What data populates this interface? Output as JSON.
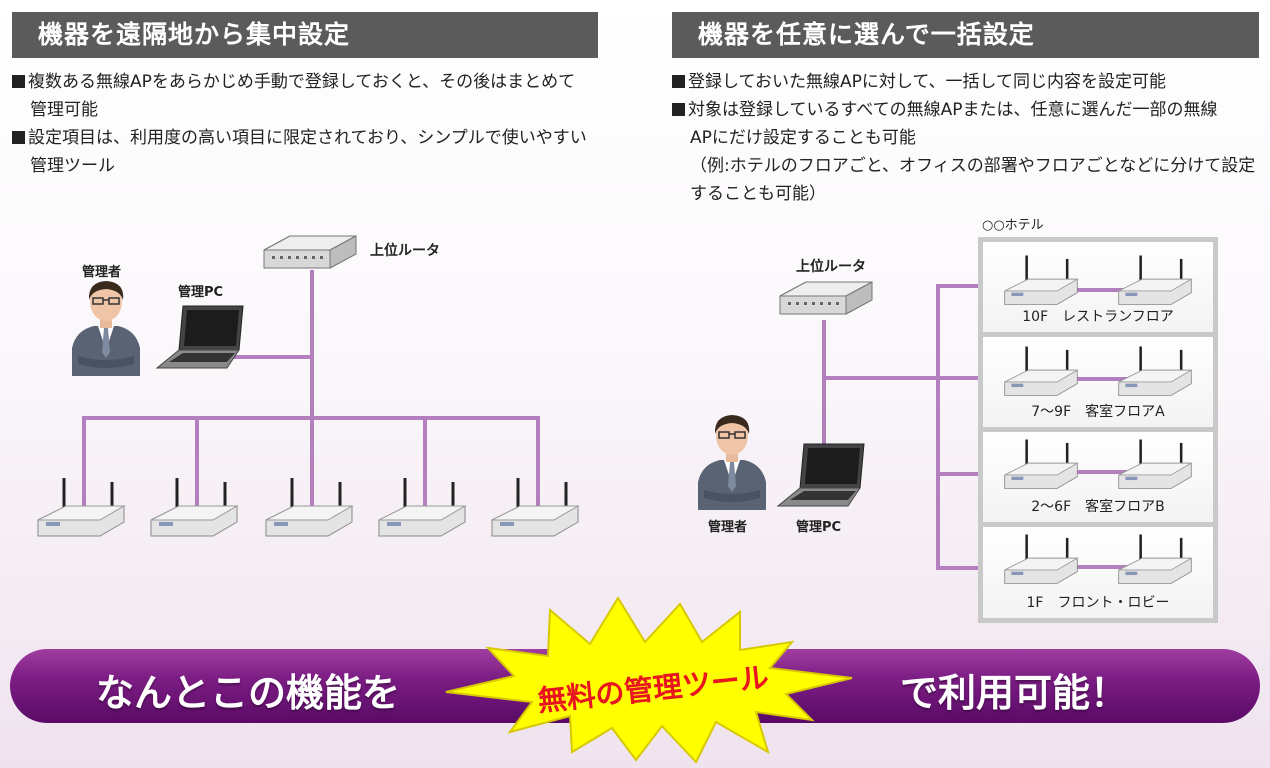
{
  "left": {
    "header": "機器を遠隔地から集中設定",
    "bullets": [
      [
        "複数ある無線APをあらかじめ手動で登録しておくと、その後はまとめて",
        "管理可能"
      ],
      [
        "設定項目は、利用度の高い項目に限定されており、シンプルで使いやすい",
        "管理ツール"
      ]
    ],
    "diagram": {
      "admin_label": "管理者",
      "pc_label": "管理PC",
      "router_label": "上位ルータ"
    }
  },
  "right": {
    "header": "機器を任意に選んで一括設定",
    "bullets": [
      [
        "登録しておいた無線APに対して、一括して同じ内容を設定可能"
      ],
      [
        "対象は登録しているすべての無線APまたは、任意に選んだ一部の無線",
        "APにだけ設定することも可能",
        "（例:ホテルのフロアごと、オフィスの部署やフロアごとなどに分けて設定",
        "することも可能）"
      ]
    ],
    "diagram": {
      "hotel_label": "○○ホテル",
      "router_label": "上位ルータ",
      "admin_label": "管理者",
      "pc_label": "管理PC",
      "floors": [
        "10F　レストランフロア",
        "7～9F　客室フロアA",
        "2～6F　客室フロアB",
        "1F　フロント・ロビー"
      ]
    }
  },
  "banner": {
    "left_text": "なんとこの機能を",
    "burst_text": "無料の管理ツール",
    "right_text": "で利用可能！"
  },
  "colors": {
    "header_bg": "#5b5b5b",
    "line": "#b37fbf",
    "banner": "#7c1d84",
    "burst_fill": "#ffff00",
    "burst_text": "#e8141e"
  }
}
